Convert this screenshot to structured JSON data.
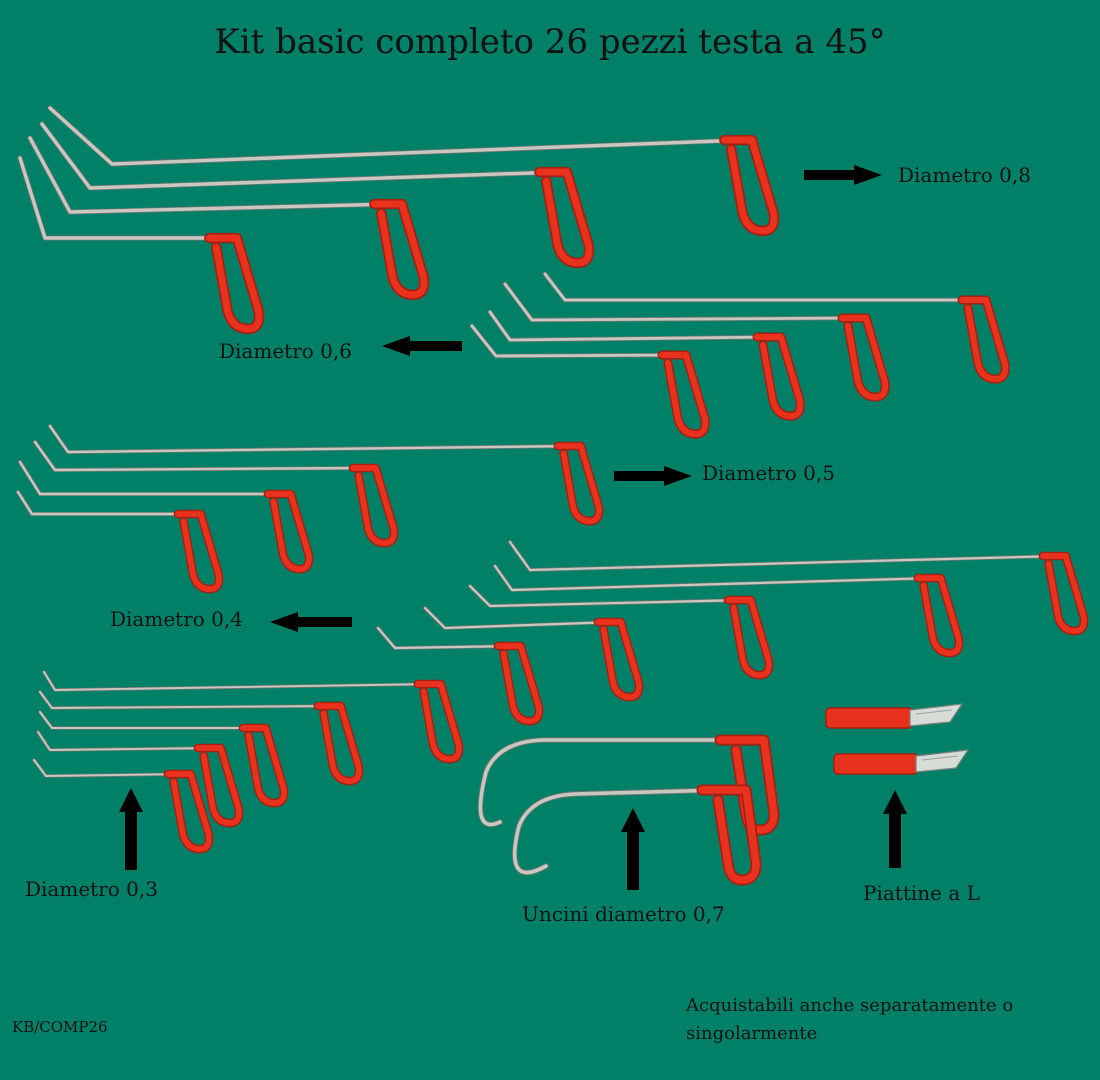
{
  "title": "Kit basic completo 26 pezzi testa a 45°",
  "labels": {
    "d08": "Diametro 0,8",
    "d06": "Diametro 0,6",
    "d05": "Diametro 0,5",
    "d04": "Diametro 0,4",
    "d03": "Diametro 0,3",
    "uncini": "Uncini diametro 0,7",
    "piattine": "Piattine a L"
  },
  "code": "KB/COMP26",
  "note": "Acquistabili anche separatamente o singolarmente",
  "colors": {
    "background": "#008066",
    "handle": "#e8321e",
    "handle_dark": "#a81e10",
    "rod": "#c8c8c0",
    "rod_dark": "#6e7470",
    "arrow": "#000000",
    "text": "#111111"
  }
}
